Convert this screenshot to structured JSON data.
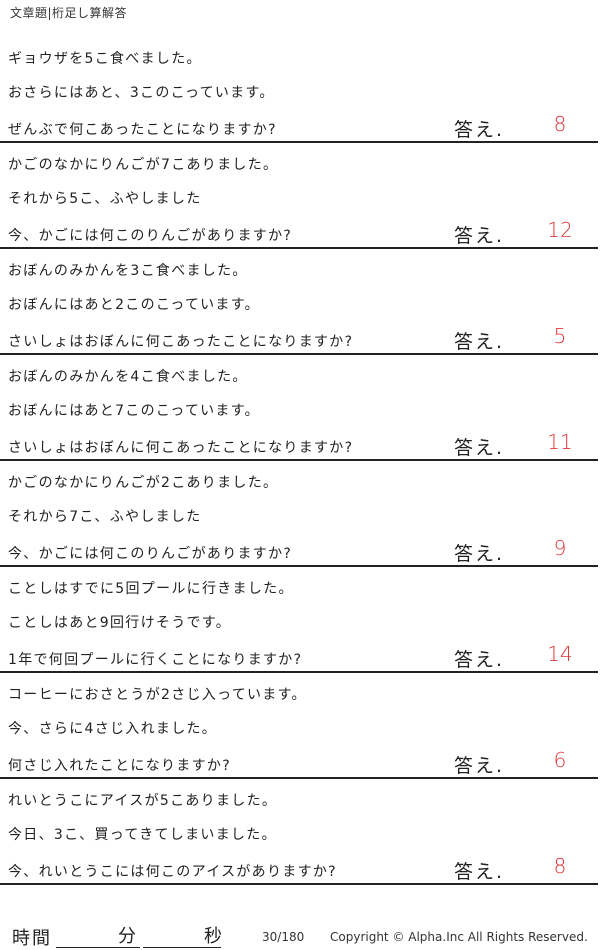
{
  "title": "文章題|桁足し算解答",
  "answer_label": "答え.",
  "problems": [
    {
      "lines": [
        "ギョウザを5こ食べました。",
        "おさらにはあと、3このこっています。",
        "ぜんぶで何こあったことになりますか?"
      ],
      "answer": "8"
    },
    {
      "lines": [
        "かごのなかにりんごが7こありました。",
        "それから5こ、ふやしました",
        "今、かごには何このりんごがありますか?"
      ],
      "answer": "12"
    },
    {
      "lines": [
        "おぼんのみかんを3こ食べました。",
        "おぼんにはあと2このこっています。",
        "さいしょはおぼんに何こあったことになりますか?"
      ],
      "answer": "5"
    },
    {
      "lines": [
        "おぼんのみかんを4こ食べました。",
        "おぼんにはあと7このこっています。",
        "さいしょはおぼんに何こあったことになりますか?"
      ],
      "answer": "11"
    },
    {
      "lines": [
        "かごのなかにりんごが2こありました。",
        "それから7こ、ふやしました",
        "今、かごには何このりんごがありますか?"
      ],
      "answer": "9"
    },
    {
      "lines": [
        "ことしはすでに5回プールに行きました。",
        "ことしはあと9回行けそうです。",
        "1年で何回プールに行くことになりますか?"
      ],
      "answer": "14"
    },
    {
      "lines": [
        "コーヒーにおさとうが2さじ入っています。",
        "今、さらに4さじ入れました。",
        "何さじ入れたことになりますか?"
      ],
      "answer": "6"
    },
    {
      "lines": [
        "れいとうこにアイスが5こありました。",
        "今日、3こ、買ってきてしまいました。",
        "今、れいとうこには何このアイスがありますか?"
      ],
      "answer": "8"
    }
  ],
  "footer": {
    "time_label": "時間",
    "minutes_label": "分",
    "seconds_label": "秒",
    "page": "30/180",
    "copyright": "Copyright ©  Alpha.Inc All Rights Reserved."
  }
}
